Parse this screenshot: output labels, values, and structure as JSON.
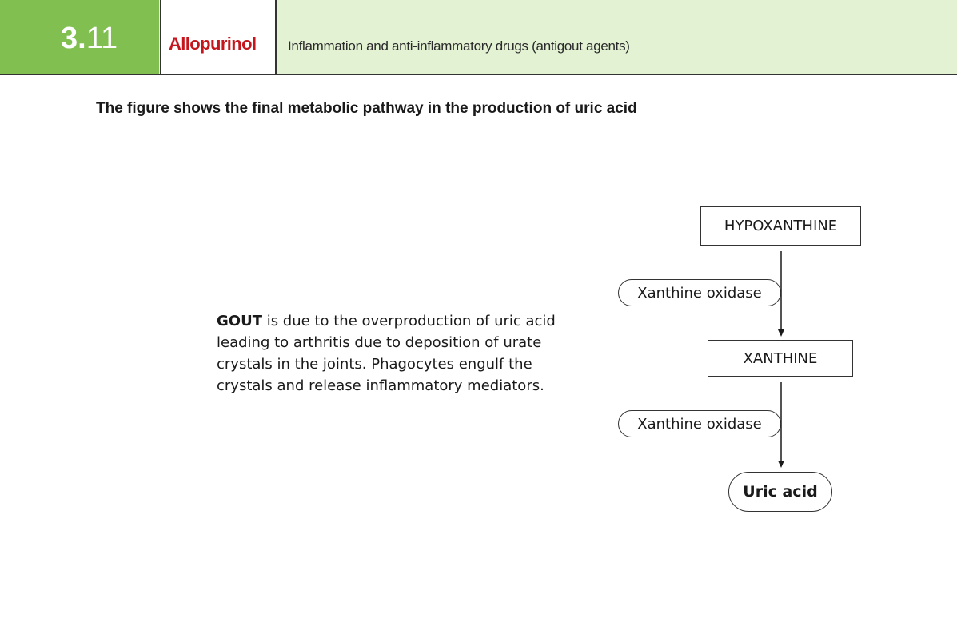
{
  "header": {
    "chapter_major": "3.",
    "chapter_minor": "11",
    "drug_name": "Allopurinol",
    "category": "Inflammation and anti-inflammatory drugs (antigout agents)"
  },
  "figure_caption": "The figure shows the final metabolic pathway in the production of uric acid",
  "gout_note": {
    "term": "GOUT",
    "text": " is due to the overproduction of uric acid leading to arthritis due to deposition of urate crystals in the joints. Phagocytes engulf the crystals and release inflammatory mediators."
  },
  "pathway": {
    "substrate": "HYPOXANTHINE",
    "enzyme_1": "Xanthine oxidase",
    "intermediate": "XANTHINE",
    "enzyme_2": "Xanthine oxidase",
    "product": "Uric acid"
  },
  "colors": {
    "chapter_green": "#80bf50",
    "header_light_green": "#e4f2d4",
    "drug_red": "#c4161c"
  }
}
